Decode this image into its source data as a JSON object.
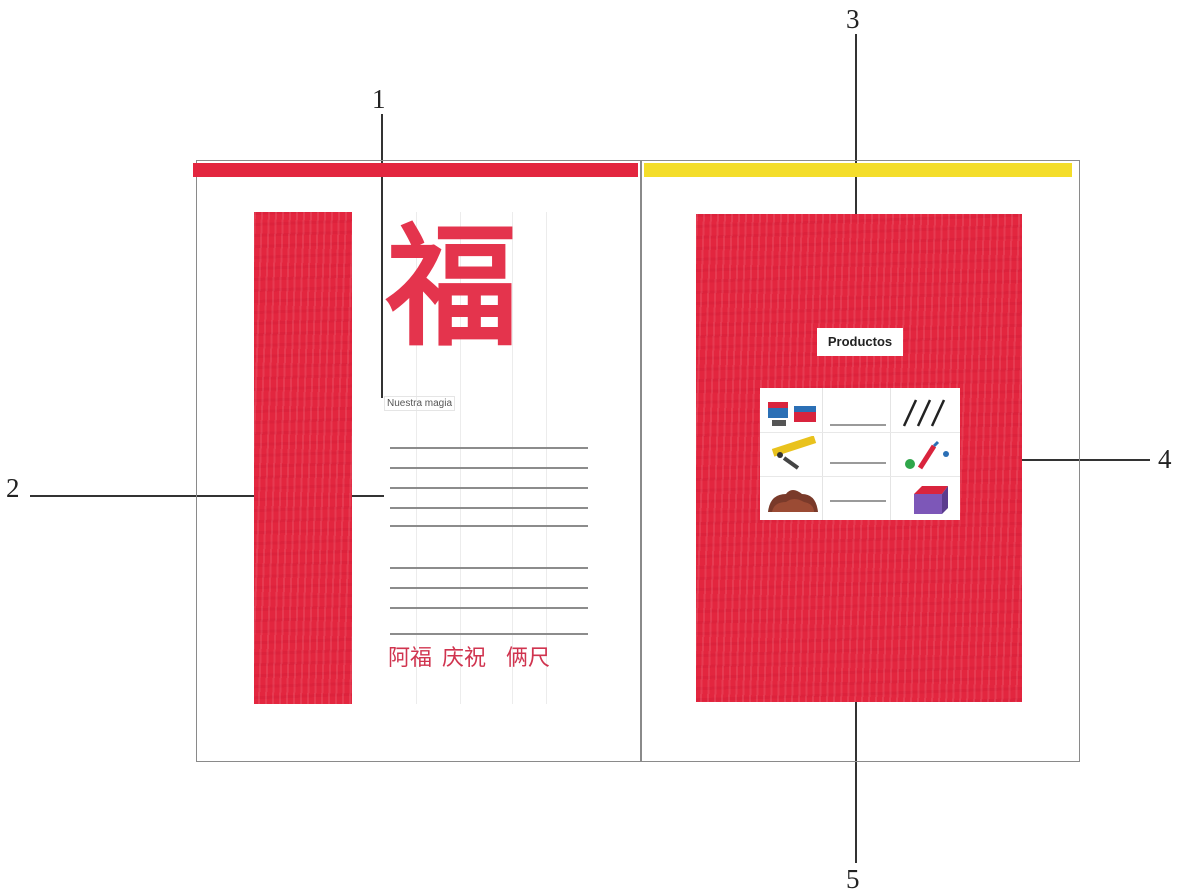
{
  "callouts": [
    {
      "label": "1"
    },
    {
      "label": "2"
    },
    {
      "label": "3"
    },
    {
      "label": "4"
    },
    {
      "label": "5"
    }
  ],
  "left_page": {
    "kanji": "福",
    "caption": "Nuestra magia",
    "footer_glyphs": [
      "阿福",
      "庆祝",
      "俩尺"
    ]
  },
  "right_page": {
    "products_label": "Productos"
  },
  "colors": {
    "red": "#e3263f",
    "yellow": "#f4dd2a",
    "border": "#8a8a8a"
  }
}
